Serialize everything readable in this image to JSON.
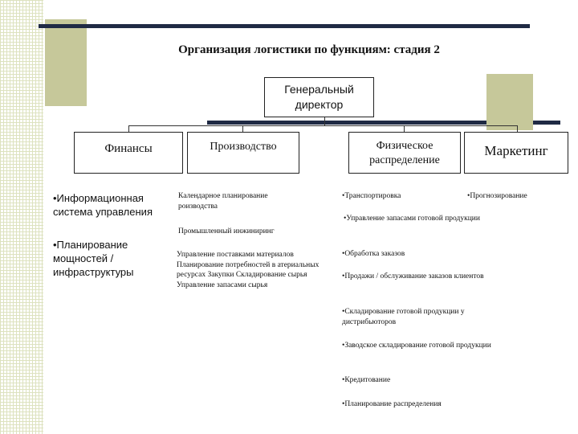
{
  "title": "Организация логистики по функциям: стадия 2",
  "ceo": "Генеральный директор",
  "boxes": {
    "finance": "Финансы",
    "production": "Производство",
    "physical": "Физическое распределение",
    "marketing": "Маркетинг"
  },
  "finance_items": [
    "•Информационная система управления",
    "•Планирование мощностей / инфраструктуры"
  ],
  "production_items": [
    "Календарное планирование роизводства",
    "Промышленный инжиниринг",
    "Управление поставками материалов Планирование потребностей в атериальных ресурсах Закупки Складирование сырья Управление запасами сырья"
  ],
  "physical_items": [
    "•Транспортировка",
    "•Управление запасами готовой продукции",
    "•Обработка заказов",
    "•Продажи / обслуживание заказов клиентов",
    "•Складирование готовой продукции у дистрибьюторов",
    "•Заводское складирование готовой продукции",
    "•Кредитование",
    "•Планирование распределения"
  ],
  "marketing_items": [
    "•Прогнозирование"
  ]
}
